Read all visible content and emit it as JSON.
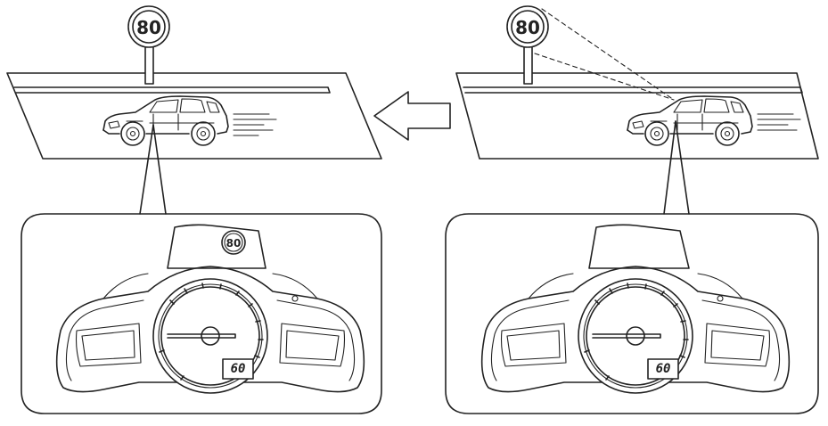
{
  "left_panel": {
    "road_sign_value": "80",
    "cluster_sign_value": "80",
    "speed_display": "60"
  },
  "right_panel": {
    "road_sign_value": "80",
    "speed_display": "60"
  },
  "arrow": {
    "direction": "left",
    "icon": "hollow-arrow-left-icon"
  },
  "colors": {
    "line": "#222222",
    "background": "#ffffff"
  }
}
